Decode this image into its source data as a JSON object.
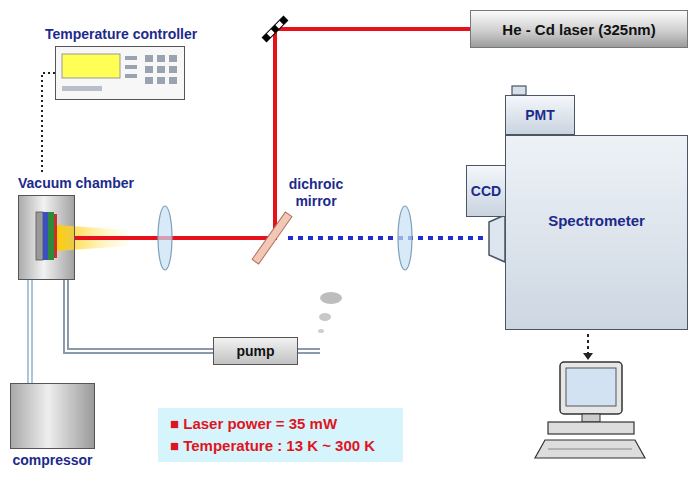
{
  "diagram": {
    "nodes": [
      {
        "text": [
          "He - Cd laser (325nm)"
        ]
      },
      {
        "text": [
          "Temperature controller"
        ]
      },
      {
        "text": [
          "PMT"
        ]
      },
      {
        "text": [
          "CCD"
        ]
      },
      {
        "text": [
          "Spectrometer"
        ]
      },
      {
        "text": [
          "Vacuum chamber"
        ]
      },
      {
        "text": [
          "pump"
        ]
      },
      {
        "text": [
          "compressor"
        ]
      },
      {
        "text": [
          "■ Laser power = 35 mW",
          "■ Temperature : 13 K ~ 300 K"
        ]
      }
    ],
    "edges": [
      {
        "from": 0,
        "to": 5,
        "arrow": "none"
      },
      {
        "from": 1,
        "to": 5,
        "arrow": "none"
      },
      {
        "from": 5,
        "to": 6,
        "arrow": "none"
      },
      {
        "from": 5,
        "to": 7,
        "arrow": "none"
      }
    ],
    "labels": [
      "dichroic mirror"
    ]
  }
}
